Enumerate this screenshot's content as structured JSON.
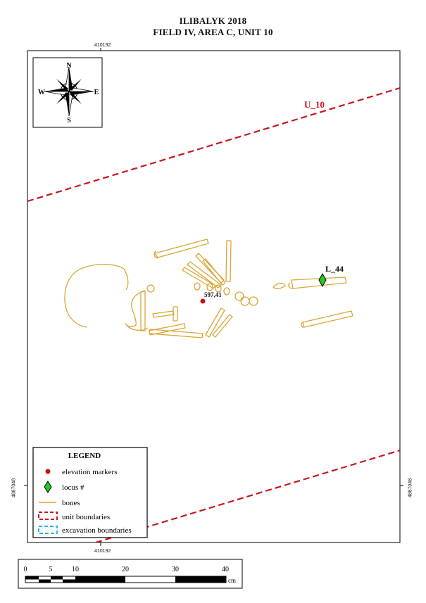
{
  "title": {
    "line1": "ILIBALYK 2018",
    "line2": "FIELD IV, AREA C, UNIT 10"
  },
  "coordinates": {
    "top": "410192",
    "bottom": "410192",
    "left": "4887048",
    "right": "4887048"
  },
  "compass": {
    "north": "N",
    "south": "S",
    "east": "E",
    "west": "W"
  },
  "map": {
    "unit_label": "U_10",
    "locus_label": "L_44",
    "elevation_label": "597,41"
  },
  "legend": {
    "title": "LEGEND",
    "items": [
      {
        "label": "elevation markers",
        "symbol": "red-dot-icon"
      },
      {
        "label": "locus #",
        "symbol": "green-diamond-icon"
      },
      {
        "label": "bones",
        "symbol": "orange-line-icon"
      },
      {
        "label": "unit boundaries",
        "symbol": "red-dashed-box-icon"
      },
      {
        "label": "excavation boundaries",
        "symbol": "cyan-dashed-box-icon"
      }
    ]
  },
  "scale_bar": {
    "labels": [
      "0",
      "5",
      "10",
      "20",
      "30",
      "40"
    ],
    "unit": "cm"
  },
  "colors": {
    "bones": "#d9a535",
    "unit_boundary": "#c8161d",
    "excavation_boundary": "#2bb5e6",
    "elevation_marker": "#cc1111",
    "locus_marker": "#22cc22"
  }
}
